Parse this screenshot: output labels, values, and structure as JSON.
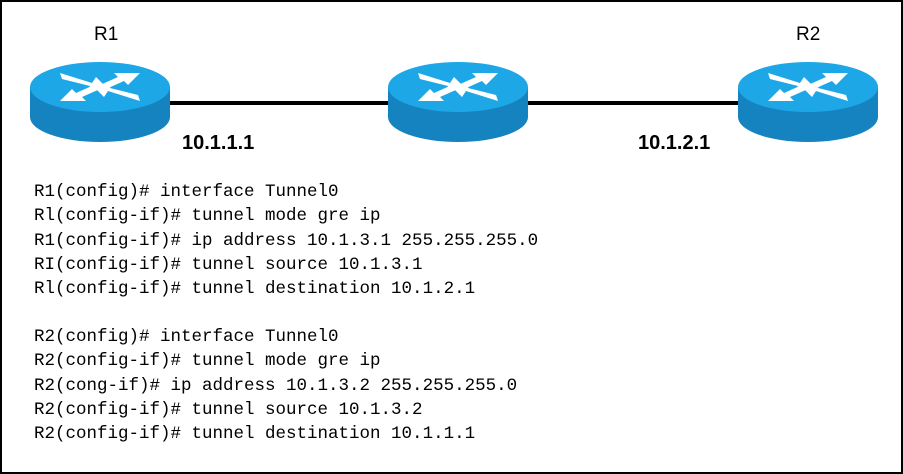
{
  "routers": [
    {
      "label": "R1",
      "ip": "10.1.1.1"
    },
    {
      "label": ""
    },
    {
      "label": "R2",
      "ip": "10.1.2.1"
    }
  ],
  "colors": {
    "router_top": "#1ea7e6",
    "router_side": "#1583bf",
    "link": "#000000"
  },
  "config_r1": [
    "R1(config)# interface Tunnel0",
    "Rl(config-if)# tunnel mode gre ip",
    "R1(config-if)# ip address 10.1.3.1 255.255.255.0",
    "RI(config-if)# tunnel source 10.1.3.1",
    "Rl(config-if)# tunnel destination 10.1.2.1"
  ],
  "config_r2": [
    "R2(config)# interface Tunnel0",
    "R2(config-if)# tunnel mode gre ip",
    "R2(cong-if)# ip address 10.1.3.2 255.255.255.0",
    "R2(config-if)# tunnel source 10.1.3.2",
    "R2(config-if)# tunnel destination 10.1.1.1"
  ]
}
